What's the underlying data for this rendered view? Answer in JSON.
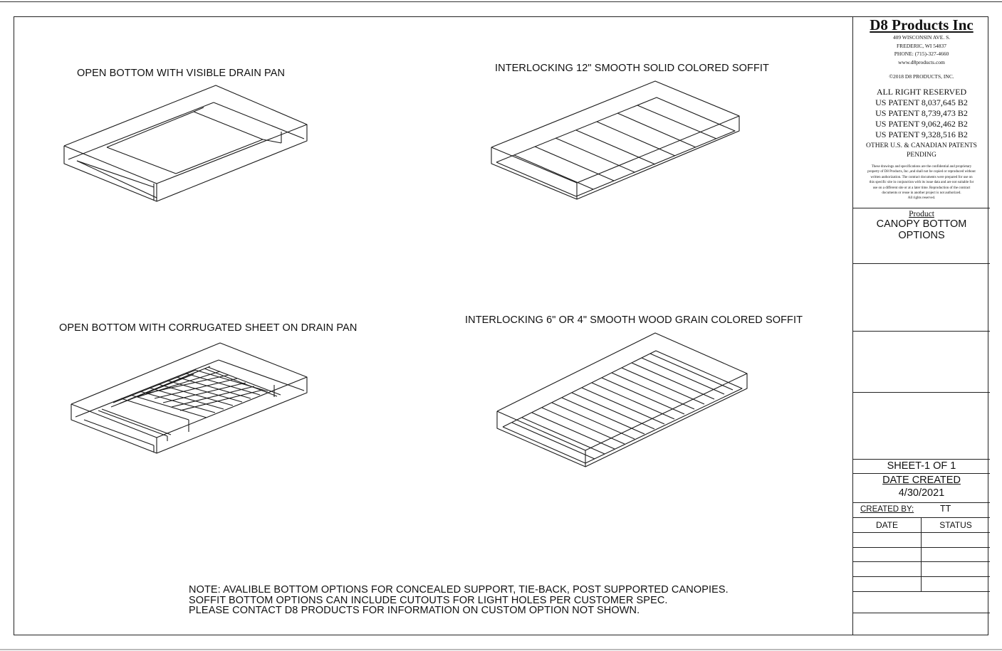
{
  "drawing": {
    "labels": {
      "open_visible": "OPEN BOTTOM WITH VISIBLE DRAIN PAN",
      "interlock_12": "INTERLOCKING 12\" SMOOTH SOLID COLORED SOFFIT",
      "open_corrugated": "OPEN BOTTOM WITH CORRUGATED SHEET ON DRAIN PAN",
      "interlock_6_4": "INTERLOCKING 6\" OR 4\" SMOOTH WOOD GRAIN COLORED SOFFIT"
    },
    "note_lines": [
      "NOTE: AVALIBLE BOTTOM OPTIONS FOR CONCEALED SUPPORT, TIE-BACK, POST SUPPORTED CANOPIES.",
      "SOFFIT BOTTOM OPTIONS CAN INCLUDE CUTOUTS FOR LIGHT HOLES PER CUSTOMER SPEC.",
      "PLEASE CONTACT D8 PRODUCTS FOR INFORMATION ON CUSTOM OPTION NOT SHOWN."
    ]
  },
  "title_block": {
    "company": "D8 Products Inc",
    "address_lines": [
      "409 WISCONSIN AVE. S.",
      "FREDERIC, WI 54837",
      "PHONE: (715)-327-4660",
      "www.d8products.com"
    ],
    "copyright": "©2018 D8 PRODUCTS, INC.",
    "rights": "ALL RIGHT RESERVED",
    "patents": [
      "US PATENT 8,037,645 B2",
      "US PATENT 8,739,473 B2",
      "US PATENT 9,062,462 B2",
      "US PATENT 9,328,516 B2"
    ],
    "other_patents": [
      "OTHER U.S. & CANADIAN PATENTS",
      "PENDING"
    ],
    "disclaimer_lines": [
      "These drawings and specifications are the confidential and proprietary",
      "property of D8 Products, Inc.,and shall not be copied or reproduced without",
      "written authorization.  The contract documents were prepared for use on",
      "this specific site in conjunction with its issue data and are not suitable for",
      "use on a different site or at a later time.  Reproduction of the contract",
      "documents or reuse in another project is not authorized.",
      "All rights reserved."
    ],
    "product_header": "Product",
    "product_lines": [
      "CANOPY BOTTOM",
      "OPTIONS"
    ],
    "sheet": "SHEET-1 OF 1",
    "date_created_label": "DATE CREATED",
    "date_created": "4/30/2021",
    "created_by_label": "CREATED BY:",
    "created_by": "TT",
    "revision_headers": [
      "DATE",
      "STATUS"
    ]
  }
}
